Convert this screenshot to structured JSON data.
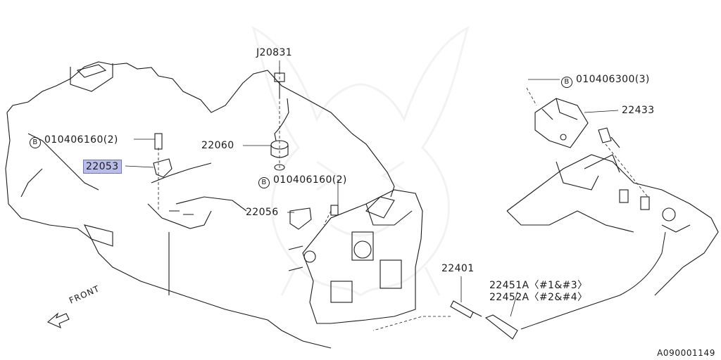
{
  "figure_id": "A090001149",
  "direction_label": "FRONT",
  "bolt_marker": "B",
  "callouts": [
    {
      "part": "J20831"
    },
    {
      "part": "22060"
    },
    {
      "part": "22053",
      "highlighted": true
    },
    {
      "part": "22056"
    },
    {
      "part": "22433"
    },
    {
      "part": "22401"
    },
    {
      "part": "22451A",
      "note": "#1&#3"
    },
    {
      "part": "22452A",
      "note": "#2&#4"
    }
  ],
  "bolt_callouts": [
    {
      "code": "010406160",
      "qty": "(2)"
    },
    {
      "code": "010406160",
      "qty": "(2)"
    },
    {
      "code": "010406300",
      "qty": "(3)"
    }
  ],
  "colors": {
    "line": "#1a1a1a",
    "highlight_fill": "#b9bde8",
    "highlight_border": "#6e74c6",
    "watermark": "#9a9a9a"
  }
}
